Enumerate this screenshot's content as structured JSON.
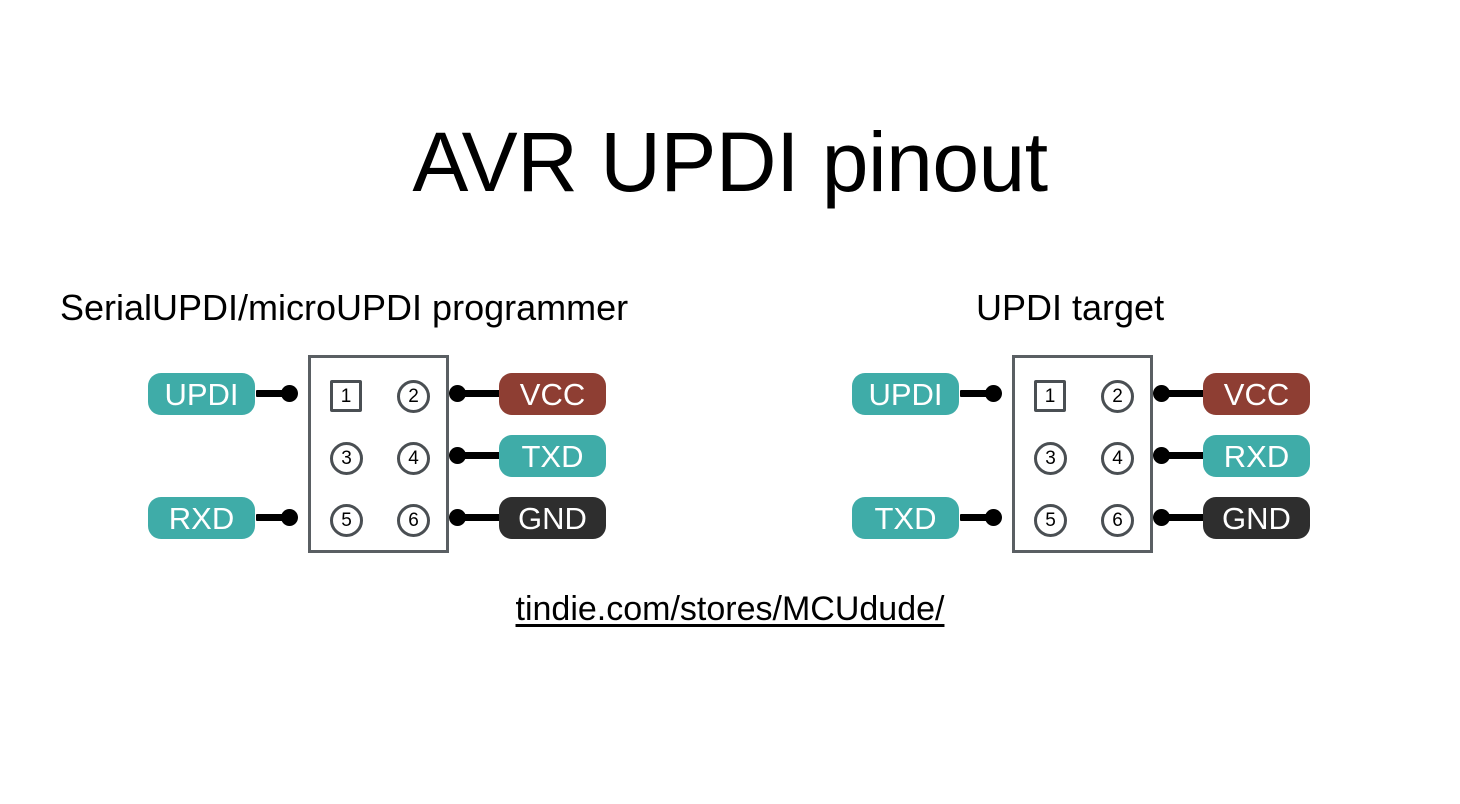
{
  "title": "AVR UPDI pinout",
  "footer": {
    "link_text": "tindie.com/stores/MCUdude/"
  },
  "colors": {
    "teal": "#3FACA8",
    "red": "#8E3E33",
    "dark": "#2E2E2E",
    "box_border": "#5a5f63",
    "pin_border": "#4a4f53",
    "background": "#ffffff",
    "text": "#000000"
  },
  "sections": [
    {
      "id": "programmer",
      "heading": "SerialUPDI/microUPDI programmer",
      "connector": {
        "pins": [
          {
            "number": "1",
            "shape": "square"
          },
          {
            "number": "2",
            "shape": "circle"
          },
          {
            "number": "3",
            "shape": "circle"
          },
          {
            "number": "4",
            "shape": "circle"
          },
          {
            "number": "5",
            "shape": "circle"
          },
          {
            "number": "6",
            "shape": "circle"
          }
        ]
      },
      "labels_left": [
        {
          "pin": "1",
          "text": "UPDI",
          "color": "#3FACA8"
        },
        {
          "pin": "3",
          "text": "",
          "color": ""
        },
        {
          "pin": "5",
          "text": "RXD",
          "color": "#3FACA8"
        }
      ],
      "labels_right": [
        {
          "pin": "2",
          "text": "VCC",
          "color": "#8E3E33"
        },
        {
          "pin": "4",
          "text": "TXD",
          "color": "#3FACA8"
        },
        {
          "pin": "6",
          "text": "GND",
          "color": "#2E2E2E"
        }
      ]
    },
    {
      "id": "target",
      "heading": "UPDI target",
      "connector": {
        "pins": [
          {
            "number": "1",
            "shape": "square"
          },
          {
            "number": "2",
            "shape": "circle"
          },
          {
            "number": "3",
            "shape": "circle"
          },
          {
            "number": "4",
            "shape": "circle"
          },
          {
            "number": "5",
            "shape": "circle"
          },
          {
            "number": "6",
            "shape": "circle"
          }
        ]
      },
      "labels_left": [
        {
          "pin": "1",
          "text": "UPDI",
          "color": "#3FACA8"
        },
        {
          "pin": "3",
          "text": "",
          "color": ""
        },
        {
          "pin": "5",
          "text": "TXD",
          "color": "#3FACA8"
        }
      ],
      "labels_right": [
        {
          "pin": "2",
          "text": "VCC",
          "color": "#8E3E33"
        },
        {
          "pin": "4",
          "text": "RXD",
          "color": "#3FACA8"
        },
        {
          "pin": "6",
          "text": "GND",
          "color": "#2E2E2E"
        }
      ]
    }
  ]
}
